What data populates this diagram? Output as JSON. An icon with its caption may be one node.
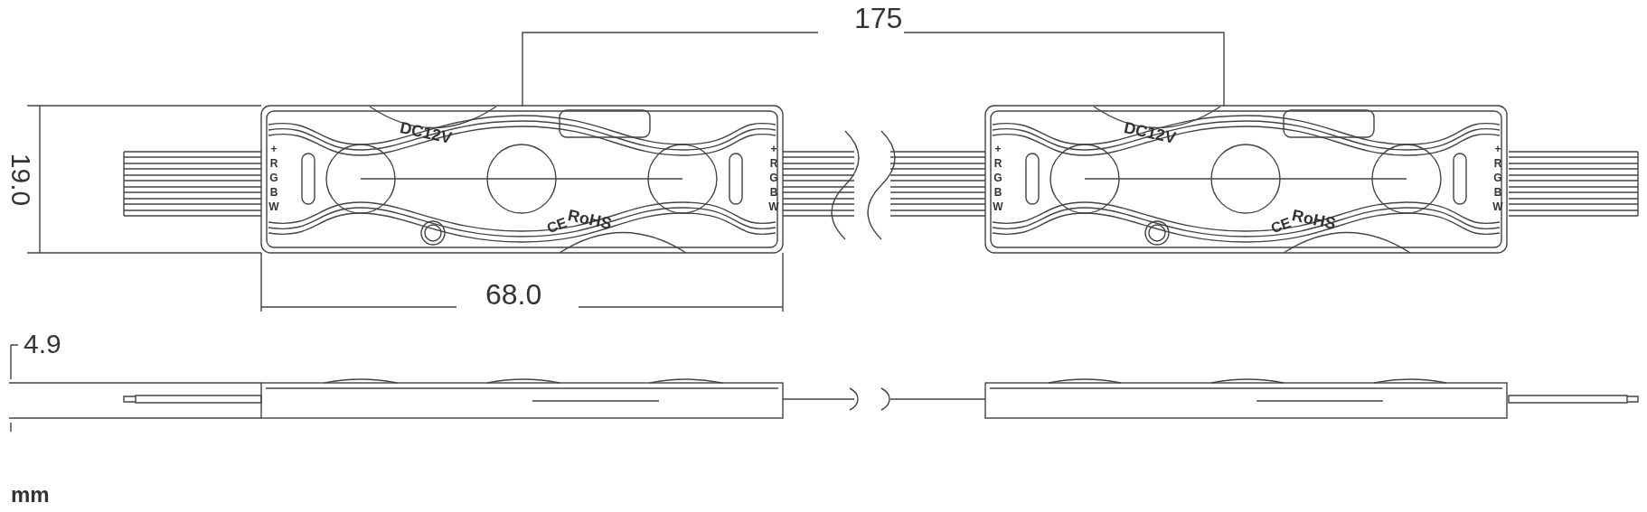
{
  "diagram": {
    "labels": [
      "175",
      "19.0",
      "+RGBW",
      "DC12V",
      "+RGBW",
      "CE",
      "RoHS",
      "+RGBW",
      "DC12V",
      "+RGBW",
      "CE",
      "RoHS",
      "68.0",
      "4.9",
      "mm"
    ]
  }
}
